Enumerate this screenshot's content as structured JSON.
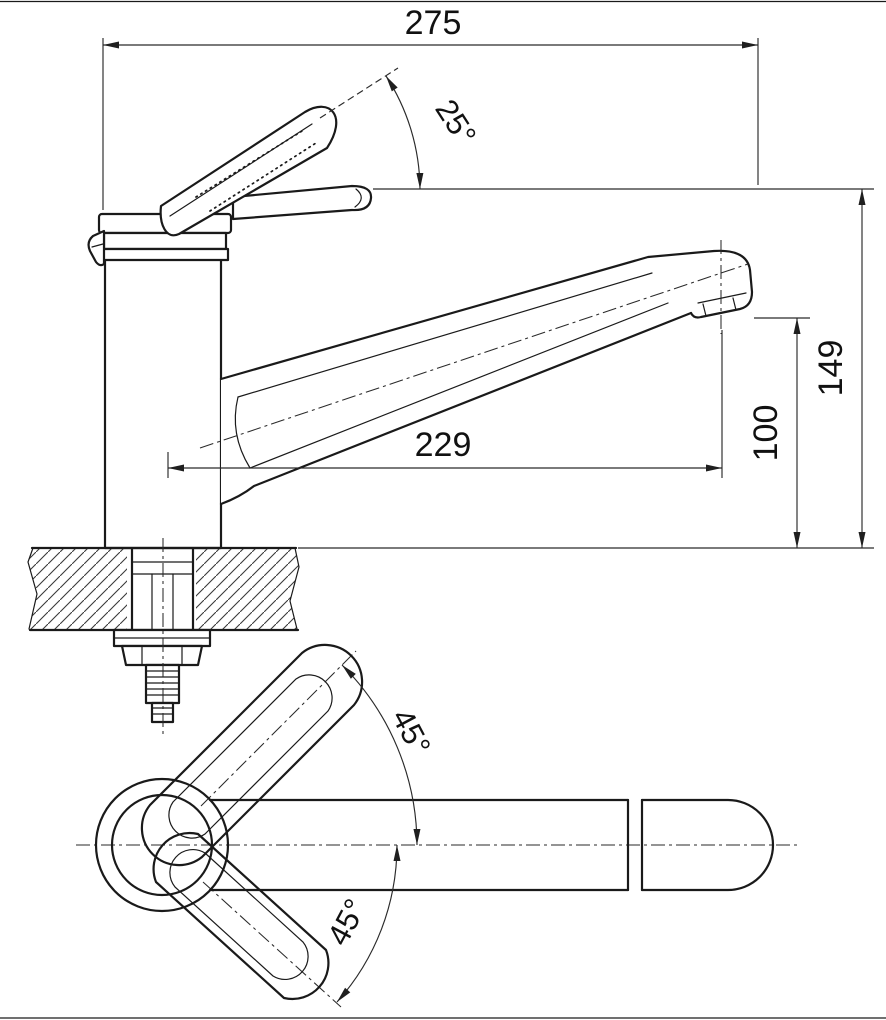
{
  "drawing": {
    "kind": "technical dimension drawing",
    "subject": "single-lever kitchen mixer faucet — side elevation and plan view",
    "background": "#ffffff",
    "line_color": "#1a1a1a",
    "dimensions": {
      "overall_length": "275",
      "lever_angle": "25°",
      "spout_reach": "229",
      "outlet_height": "100",
      "overall_height": "149",
      "handle_swing_up": "45°",
      "handle_swing_down": "45°"
    }
  }
}
